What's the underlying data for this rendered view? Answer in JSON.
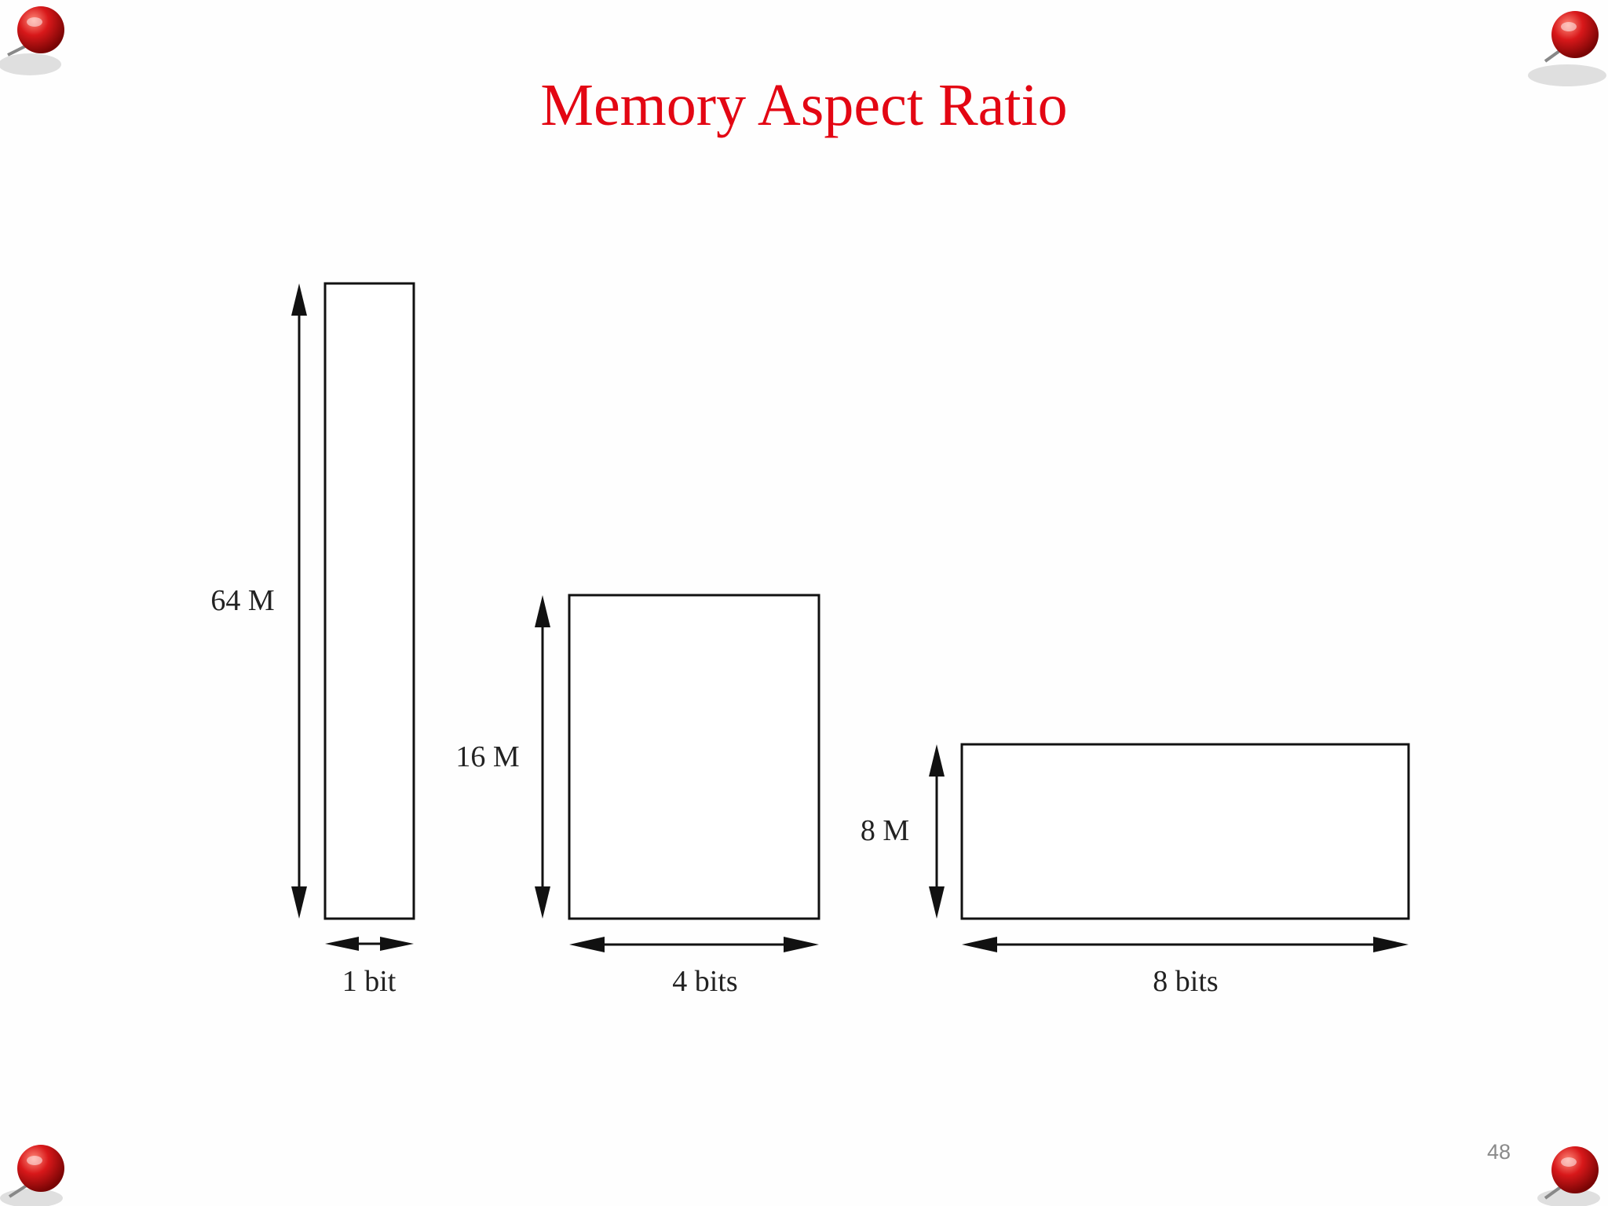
{
  "slide": {
    "title": "Memory Aspect Ratio",
    "page_number": "48"
  },
  "diagram": {
    "blocks": [
      {
        "id": "block-64m",
        "depth_label": "64 M",
        "width_label": "1 bit"
      },
      {
        "id": "block-16m",
        "depth_label": "16 M",
        "width_label": "4 bits"
      },
      {
        "id": "block-8m",
        "depth_label": "8 M",
        "width_label": "8 bits"
      }
    ]
  },
  "decorations": {
    "pins": [
      "pushpin-icon",
      "pushpin-icon",
      "pushpin-icon",
      "pushpin-icon"
    ],
    "pin_color": "#d01c1c",
    "title_color": "#e30613"
  }
}
